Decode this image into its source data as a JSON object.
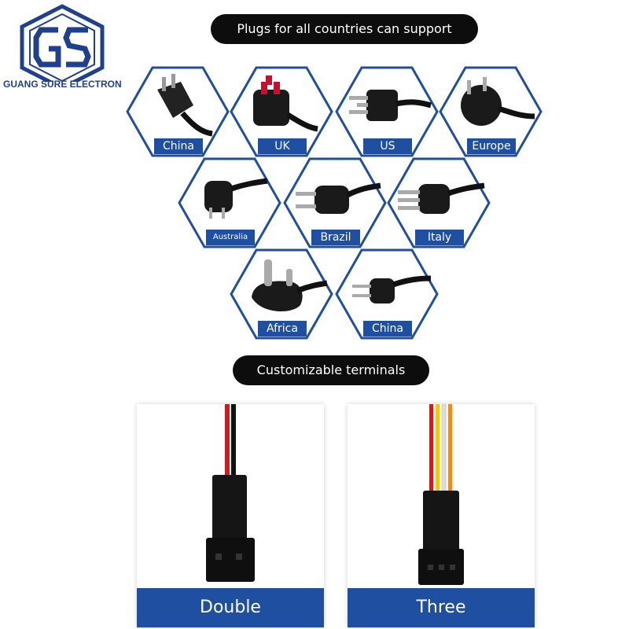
{
  "brand": {
    "monogram": "GS",
    "name": "GUANG SURE ELECTRON",
    "color": "#1f3f8f"
  },
  "headline_plugs": "Plugs for all countries can support",
  "headline_terminals": "Customizable terminals",
  "accent_color": "#1e4fa0",
  "plugs": [
    {
      "label": "China",
      "icon": "china-plug-icon"
    },
    {
      "label": "UK",
      "icon": "uk-plug-icon"
    },
    {
      "label": "US",
      "icon": "us-plug-icon"
    },
    {
      "label": "Europe",
      "icon": "europe-plug-icon"
    },
    {
      "label": "Australia",
      "icon": "australia-plug-icon"
    },
    {
      "label": "Brazil",
      "icon": "brazil-plug-icon"
    },
    {
      "label": "Italy",
      "icon": "italy-plug-icon"
    },
    {
      "label": "Africa",
      "icon": "africa-plug-icon"
    },
    {
      "label": "China",
      "icon": "china-2pin-plug-icon"
    }
  ],
  "terminals": [
    {
      "label": "Double",
      "icon": "two-wire-connector-icon"
    },
    {
      "label": "Three",
      "icon": "three-wire-connector-icon"
    }
  ]
}
